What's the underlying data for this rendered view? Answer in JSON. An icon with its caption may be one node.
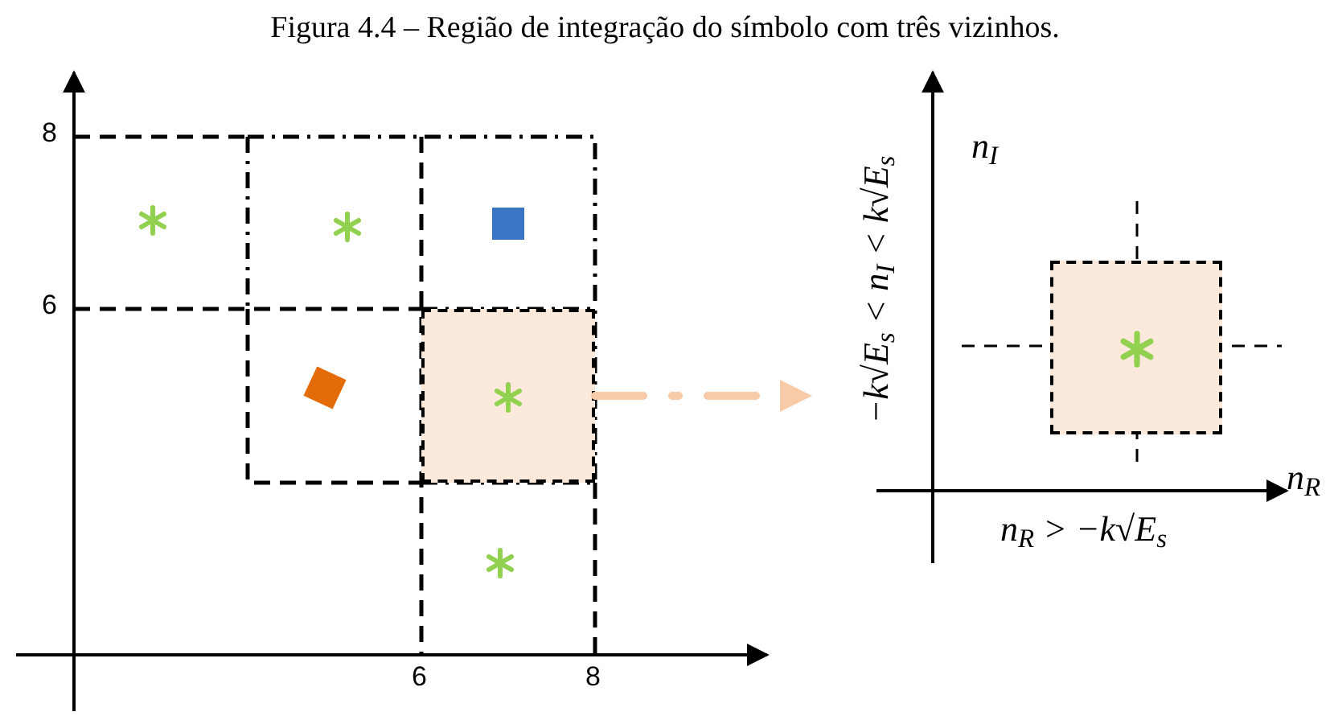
{
  "diagram": {
    "title": "Figura 4.4 – Região de integração do símbolo com três vizinhos.",
    "nodes": [
      {
        "text": [],
        "shape": "box"
      },
      {
        "text": [],
        "shape": "picture"
      },
      {
        "text": [],
        "shape": "box",
        "in": 1
      }
    ],
    "edges": [
      {
        "from": 0,
        "to": 1,
        "arrow": "to",
        "style": "dashed",
        "color": "#f8cba8"
      }
    ],
    "labels": [
      "8",
      "6",
      "6",
      "8",
      "n$_{I}$",
      "n$_{R}$",
      "−k√E$_{s}$ < n$_{I}$ < k√E$_{s}$",
      "n$_{R}$ > −k√E$_{s}$"
    ]
  }
}
